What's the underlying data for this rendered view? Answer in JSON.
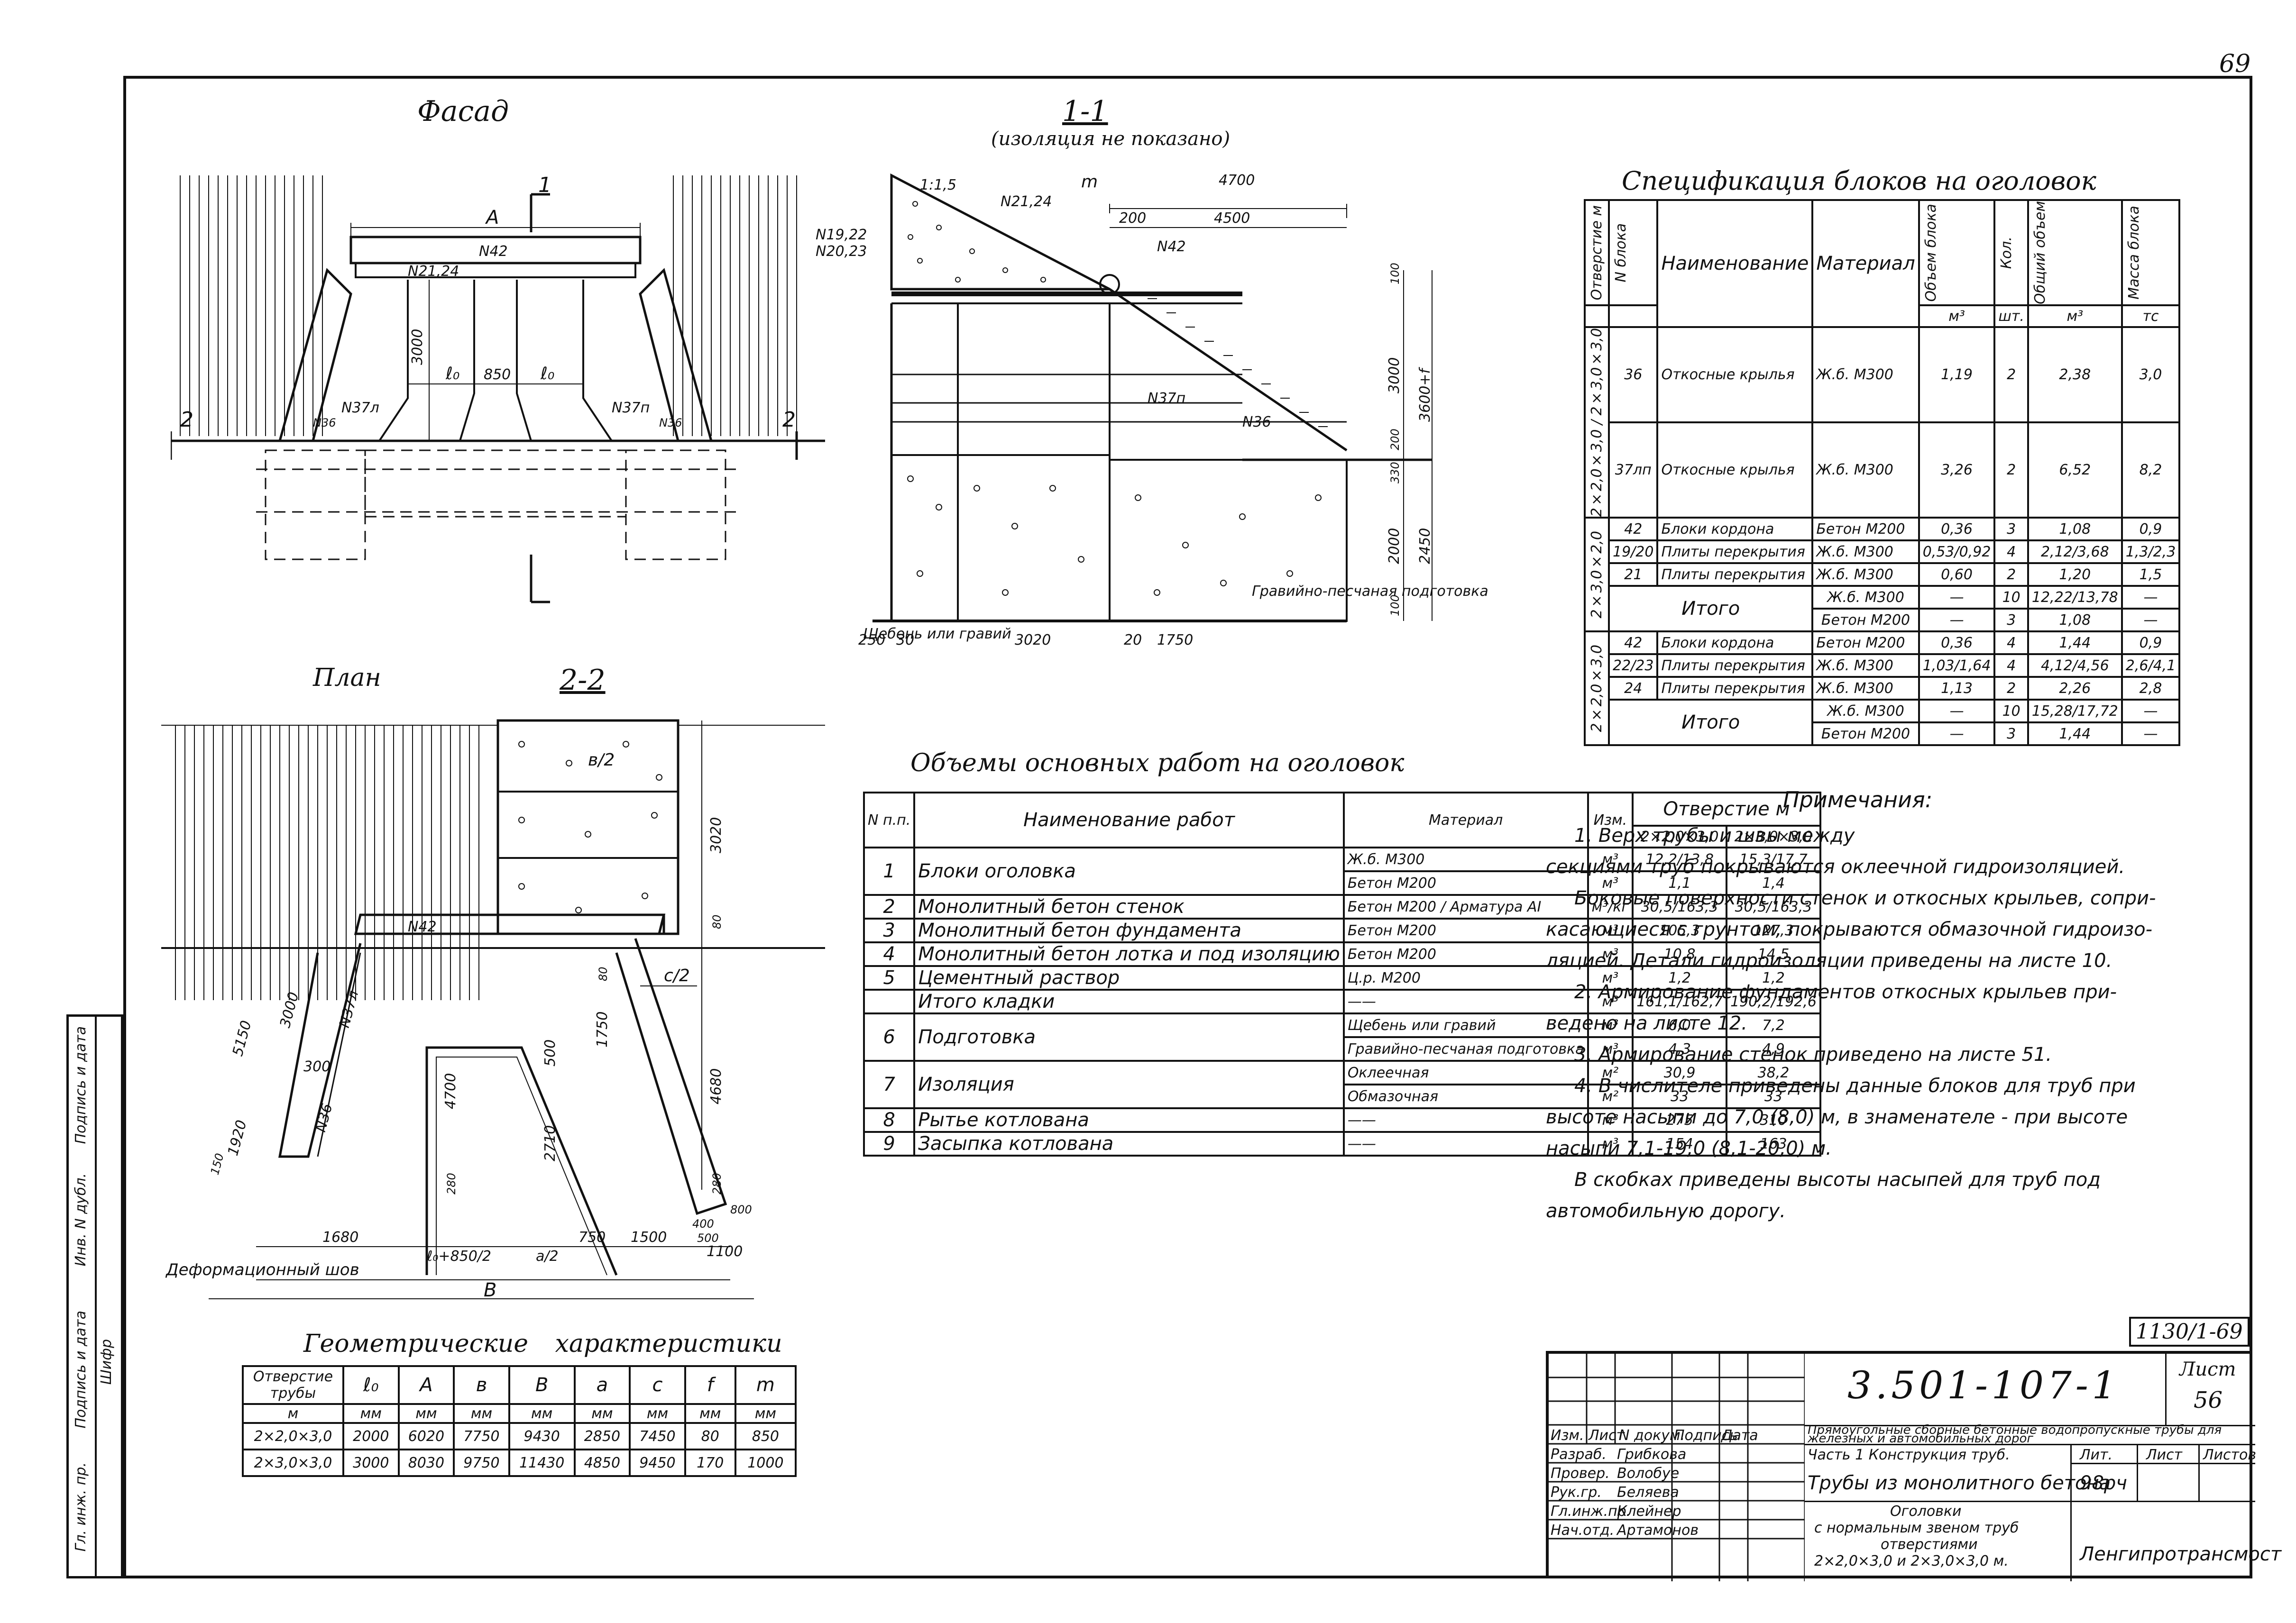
{
  "sheet_corner": "69",
  "fasad": {
    "title": "Фасад",
    "labels": {
      "A": "A",
      "n42": "N42",
      "n2124": "N21,24",
      "d3000": "3000",
      "l0a": "ℓ₀",
      "d850": "850",
      "l0b": "ℓ₀",
      "n37l": "N37л",
      "n36a": "N36",
      "n37p": "N37п",
      "n36b": "N36",
      "cut1": "1",
      "cut2a": "2",
      "cut2b": "2"
    }
  },
  "section11": {
    "title": "1-1",
    "subtitle": "(изоляция не показано)",
    "labels": {
      "slope": "1:1,5",
      "n2124": "N21,24",
      "m": "m",
      "d4700": "4700",
      "d200": "200",
      "d4500": "4500",
      "n1922": "N19,22",
      "n2023": "N20,23",
      "n42": "N42",
      "d100": "100",
      "d3000": "3000",
      "d3600f": "3600+f",
      "n37p": "N37п",
      "n36": "N36",
      "d200b": "200",
      "d330": "330",
      "d2000": "2000",
      "d100b": "100",
      "d2450": "2450",
      "d250": "250",
      "d30": "30",
      "d3020": "3020",
      "d20": "20",
      "d1750": "1750",
      "gravel": "Щебень или гравий",
      "sand": "Гравийно-песчаная подготовка"
    }
  },
  "plan": {
    "title_plan": "План",
    "title_22": "2-2",
    "labels": {
      "b2": "в/2",
      "d3020": "3020",
      "n42": "N42",
      "d80": "80",
      "d80b": "80",
      "d1750": "1750",
      "c2": "c/2",
      "d5150": "5150",
      "d3000": "3000",
      "d300": "300",
      "n37l": "N37л",
      "n36": "N36",
      "d1920": "1920",
      "d150": "150",
      "d4700": "4700",
      "d500": "500",
      "d2710": "2710",
      "d4680": "4680",
      "d280": "280",
      "d280b": "280",
      "d1680": "1680",
      "l0": "ℓ₀+850/2",
      "a2": "a/2",
      "d750": "750",
      "d1500": "1500",
      "d400": "400",
      "d800": "800",
      "d500b": "500",
      "d1100": "1100",
      "joint": "Деформационный шов",
      "B": "В"
    }
  },
  "geom": {
    "title": "Геометрические характеристики",
    "headers": [
      "Отверстие трубы",
      "ℓ₀",
      "A",
      "в",
      "B",
      "a",
      "c",
      "f",
      "m"
    ],
    "units": [
      "м",
      "мм",
      "мм",
      "мм",
      "мм",
      "мм",
      "мм",
      "мм",
      "мм"
    ],
    "rows": [
      [
        "2×2,0×3,0",
        "2000",
        "6020",
        "7750",
        "9430",
        "2850",
        "7450",
        "80",
        "850"
      ],
      [
        "2×3,0×3,0",
        "3000",
        "8030",
        "9750",
        "11430",
        "4850",
        "9450",
        "170",
        "1000"
      ]
    ]
  },
  "spec": {
    "title": "Спецификация блоков на оголовок",
    "headers": [
      "Отверстие м",
      "N блока",
      "Наименование",
      "Материал",
      "Объем блока",
      "Кол.",
      "Общий объем",
      "Масса блока"
    ],
    "units": [
      "м³",
      "шт.",
      "м³",
      "тс"
    ],
    "g1_label": "2×2,0×3,0 / 2×3,0×3,0",
    "g1": [
      [
        "36",
        "Откосные крылья",
        "Ж.б. М300",
        "1,19",
        "2",
        "2,38",
        "3,0"
      ],
      [
        "37лп",
        "Откосные крылья",
        "Ж.б. М300",
        "3,26",
        "2",
        "6,52",
        "8,2"
      ]
    ],
    "g2_label": "2×3,0×2,0",
    "g2": [
      [
        "42",
        "Блоки кордона",
        "Бетон М200",
        "0,36",
        "3",
        "1,08",
        "0,9"
      ],
      [
        "19/20",
        "Плиты перекрытия",
        "Ж.б. М300",
        "0,53/0,92",
        "4",
        "2,12/3,68",
        "1,3/2,3"
      ],
      [
        "21",
        "Плиты перекрытия",
        "Ж.б. М300",
        "0,60",
        "2",
        "1,20",
        "1,5"
      ]
    ],
    "g2_total": {
      "label": "Итого",
      "m1": "Ж.б. М300",
      "q1": "10",
      "v1": "12,22/13,78",
      "m2": "Бетон М200",
      "q2": "3",
      "v2": "1,08",
      "dash": "—"
    },
    "g3_label": "2×2,0×3,0",
    "g3": [
      [
        "42",
        "Блоки кордона",
        "Бетон М200",
        "0,36",
        "4",
        "1,44",
        "0,9"
      ],
      [
        "22/23",
        "Плиты перекрытия",
        "Ж.б. М300",
        "1,03/1,64",
        "4",
        "4,12/4,56",
        "2,6/4,1"
      ],
      [
        "24",
        "Плиты перекрытия",
        "Ж.б. М300",
        "1,13",
        "2",
        "2,26",
        "2,8"
      ]
    ],
    "g3_total": {
      "label": "Итого",
      "m1": "Ж.б. М300",
      "q1": "10",
      "v1": "15,28/17,72",
      "m2": "Бетон М200",
      "q2": "3",
      "v2": "1,44",
      "dash": "—"
    }
  },
  "works": {
    "title": "Объемы основных работ на оголовок",
    "headers": {
      "n": "N п.п.",
      "name": "Наименование работ",
      "mat": "Материал",
      "unit": "Изм.",
      "otv": "Отверстие м",
      "c1": "2×2,0×3,0",
      "c2": "2×3,0×3,0"
    },
    "rows": [
      {
        "n": "1",
        "name": "Блоки оголовка",
        "sub": [
          [
            "Ж.б. М300",
            "м³",
            "12,2/13,8",
            "15,3/17,7"
          ],
          [
            "Бетон М200",
            "м³",
            "1,1",
            "1,4"
          ]
        ]
      },
      {
        "n": "2",
        "name": "Монолитный бетон стенок",
        "sub": [
          [
            "Бетон М200 / Арматура АI",
            "м³/кг",
            "30,5/163,3",
            "30,5/163,3"
          ]
        ]
      },
      {
        "n": "3",
        "name": "Монолитный бетон фундамента",
        "sub": [
          [
            "Бетон М200",
            "м³",
            "105,3",
            "127,3"
          ]
        ]
      },
      {
        "n": "4",
        "name": "Монолитный бетон лотка и под изоляцию",
        "sub": [
          [
            "Бетон М200",
            "м³",
            "10,8",
            "14,5"
          ]
        ]
      },
      {
        "n": "5",
        "name": "Цементный раствор",
        "sub": [
          [
            "Ц.р. М200",
            "м³",
            "1,2",
            "1,2"
          ]
        ]
      },
      {
        "n": "",
        "name": "Итого кладки",
        "sub": [
          [
            "——",
            "м³",
            "161,1/162,7",
            "190,2/192,6"
          ]
        ]
      },
      {
        "n": "6",
        "name": "Подготовка",
        "sub": [
          [
            "Щебень или гравий",
            "м³",
            "6,0",
            "7,2"
          ],
          [
            "Гравийно-песчаная подготовка",
            "м³",
            "4,3",
            "4,9"
          ]
        ]
      },
      {
        "n": "7",
        "name": "Изоляция",
        "sub": [
          [
            "Оклеечная",
            "м²",
            "30,9",
            "38,2"
          ],
          [
            "Обмазочная",
            "м²",
            "33",
            "33"
          ]
        ]
      },
      {
        "n": "8",
        "name": "Рытье котлована",
        "sub": [
          [
            "——",
            "м³",
            "275",
            "310"
          ]
        ]
      },
      {
        "n": "9",
        "name": "Засыпка котлована",
        "sub": [
          [
            "——",
            "м³",
            "154",
            "163"
          ]
        ]
      }
    ]
  },
  "notes": {
    "title": "Примечания:",
    "lines": [
      "1. Верх трубы и швы между",
      "секциями труб покрываются оклеечной гидроизоляцией.",
      "Боковые поверхности стенок и откосных крыльев, сопри-",
      "касающиеся с грунтом, покрываются обмазочной гидроизо-",
      "ляцией. Детали гидроизоляции приведены на листе 10.",
      "2. Армирование фундаментов откосных крыльев при-",
      "ведено на листе 12.",
      "3. Армирование стенок приведено на листе 51.",
      "4. В числителе приведены данные блоков для труб при",
      "высоте насыпи до 7,0 (8,0) м, в знаменателе - при высоте",
      "насыпи 7,1-19,0 (8,1-20,0) м.",
      "В скобках приведены высоты насыпей для труб под",
      "автомобильную дорогу."
    ]
  },
  "stamp": {
    "code_top": "1130/1-69",
    "code": "3.501-107-1",
    "sheet_label": "Лист",
    "sheet_no": "56",
    "project": "Прямоугольные сборные бетонные водопропускные трубы для железных и автомобильных дорог",
    "part": "Часть 1 Конструкция труб.",
    "lit": "Лит.",
    "list": "Лист",
    "lists": "Листов",
    "sub": "Трубы из монолитного бетона",
    "lit_val": "98рч",
    "desc1": "Оголовки",
    "desc2": "с нормальным звеном труб",
    "desc3": "отверстиями",
    "desc4": "2×2,0×3,0 и 2×3,0×3,0 м.",
    "org": "Ленгипротрансмост",
    "cols": [
      "Изм.",
      "Лист",
      "N докум.",
      "Подпись",
      "Дата"
    ],
    "people": [
      [
        "Разраб.",
        "Грибкова"
      ],
      [
        "Провер.",
        "Волобуе"
      ],
      [
        "Рук.гр.",
        "Беляева"
      ],
      [
        "Гл.инж.пр.",
        "Клейнер"
      ],
      [
        "Нач.отд.",
        "Артамонов"
      ]
    ]
  },
  "left_strip": [
    "Гл. инж. пр.",
    "Подпись и дата",
    "Инв. N дубл.",
    "Подпись и дата",
    "Шифр"
  ]
}
